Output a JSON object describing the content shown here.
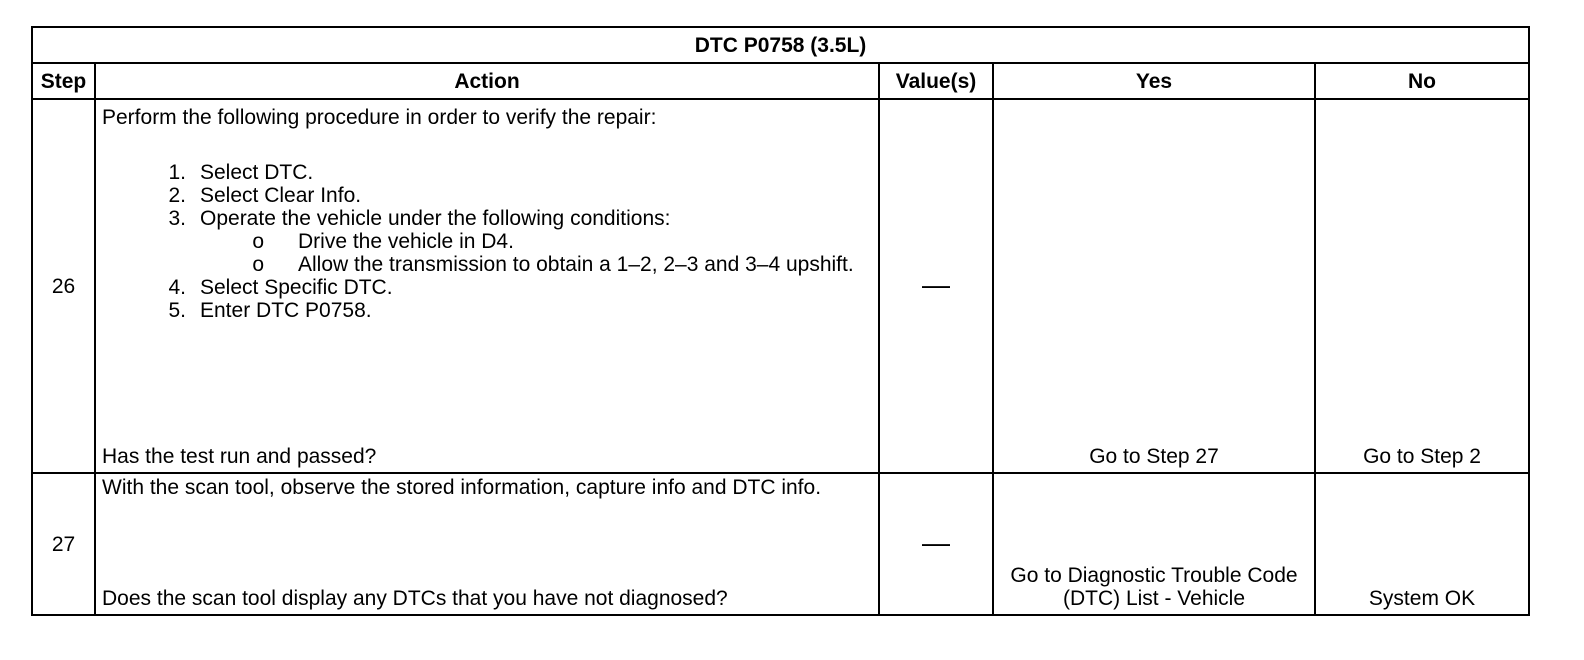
{
  "table": {
    "title": "DTC P0758 (3.5L)",
    "headers": {
      "step": "Step",
      "action": "Action",
      "values": "Value(s)",
      "yes": "Yes",
      "no": "No"
    },
    "rows": [
      {
        "step": "26",
        "intro": "Perform the following procedure in order to verify the repair:",
        "items": [
          {
            "num": "1.",
            "text": "Select DTC."
          },
          {
            "num": "2.",
            "text": "Select Clear Info."
          },
          {
            "num": "3.",
            "text": "Operate the vehicle under the following conditions:",
            "sub": [
              {
                "bullet": "o",
                "text": "Drive the vehicle in D4."
              },
              {
                "bullet": "o",
                "text": "Allow the transmission to obtain a 1–2, 2–3 and 3–4 upshift."
              }
            ]
          },
          {
            "num": "4.",
            "text": "Select Specific DTC."
          },
          {
            "num": "5.",
            "text": "Enter DTC P0758."
          }
        ],
        "question": "Has the test run and passed?",
        "value": "—",
        "yes": "Go to Step 27",
        "no": "Go to Step 2"
      },
      {
        "step": "27",
        "intro": "With the scan tool, observe the stored information, capture info and DTC info.",
        "question": "Does the scan tool display any DTCs that you have not diagnosed?",
        "value": "—",
        "yes": "Go to Diagnostic Trouble Code (DTC) List - Vehicle",
        "no": "System OK"
      }
    ]
  }
}
